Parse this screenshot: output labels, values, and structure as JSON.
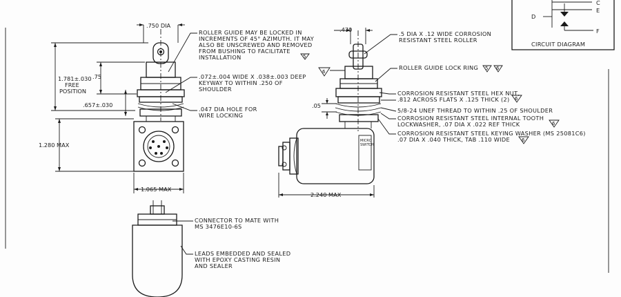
{
  "left_view": {
    "dim_top": ".750 DIA",
    "dim_free_position_1": "1.781±.030",
    "dim_free_position_2": "FREE",
    "dim_free_position_3": "POSITION",
    "dim_75": ".75",
    "dim_657": ".657±.030",
    "dim_1280": "1.280 MAX",
    "dim_1065": "1.065 MAX",
    "note_roller_guide": [
      "ROLLER GUIDE MAY BE LOCKED IN",
      "INCREMENTS OF 45° AZIMUTH. IT MAY",
      "ALSO BE UNSCREWED AND REMOVED",
      "FROM BUSHING TO FACILITATE",
      "INSTALLATION"
    ],
    "note_roller_guide_flag": "5",
    "note_keyway": [
      ".072±.004 WIDE X .038±.003 DEEP",
      "KEYWAY TO WITHIN .250 OF",
      "SHOULDER"
    ],
    "note_hole": [
      ".047 DIA HOLE FOR",
      "WIRE LOCKING"
    ],
    "note_connector": [
      "CONNECTOR TO MATE WITH",
      "MS 3476E10-6S"
    ],
    "note_leads": [
      "LEADS EMBEDDED AND SEALED",
      "WITH EPOXY CASTING RESIN",
      "AND SEALER"
    ]
  },
  "right_view": {
    "dim_470": ".470",
    "dim_05": ".05",
    "dim_2240": "2.240 MAX",
    "flag_6": "6",
    "body_label_1": "MICRO",
    "body_label_2": "SWITCH",
    "note_roller": [
      ".5 DIA X .12 WIDE CORROSION",
      "RESISTANT STEEL ROLLER"
    ],
    "note_lock_ring": "ROLLER GUIDE LOCK RING",
    "note_lock_ring_flags": [
      "5",
      "6"
    ],
    "note_hex_nut": [
      "CORROSION RESISTANT STEEL HEX NUT,",
      ".812 ACROSS FLATS X .125 THICK (2)"
    ],
    "note_hex_nut_flag": "6",
    "note_thread": "5/8-24 UNEF THREAD TO WITHIN .25 OF SHOULDER",
    "note_lockwasher": [
      "CORROSION RESISTANT STEEL INTERNAL TOOTH",
      "LOCKWASHER, .07 DIA X .022 REF THICK"
    ],
    "note_lockwasher_flag": "6",
    "note_keying_washer": [
      "CORROSION RESISTANT STEEL KEYING WASHER (MS 25081C6)",
      ".07 DIA X .040 THICK, TAB .110 WIDE"
    ],
    "note_keying_washer_flag": "6"
  },
  "circuit": {
    "title": "CIRCUIT DIAGRAM",
    "pin_c": "C",
    "pin_e": "E",
    "pin_d": "D",
    "pin_f": "F"
  }
}
